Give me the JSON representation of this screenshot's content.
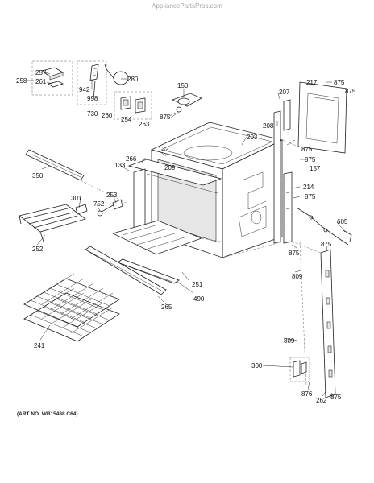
{
  "watermark": "AppliancePartsPros.com",
  "art_number": "(ART NO. WB15488 C64)",
  "part_labels": {
    "p258": "258",
    "p257": "257",
    "p261": "261",
    "p942": "942",
    "p998": "998",
    "p730": "730",
    "p280": "280",
    "p260": "260",
    "p254": "254",
    "p263": "263",
    "p150": "150",
    "p875_a": "875",
    "p217": "217",
    "p875_b": "875",
    "p875_c": "875",
    "p207": "207",
    "p208": "208",
    "p203": "203",
    "p875_d": "875",
    "p875_e": "875",
    "p157": "157",
    "p132": "132",
    "p266": "266",
    "p133": "133",
    "p209": "209",
    "p350": "350",
    "p214": "214",
    "p875_f": "875",
    "p253": "253",
    "p301": "301",
    "p752": "752",
    "p605": "605",
    "p252": "252",
    "p875_g": "875",
    "p875_h": "875",
    "p809_a": "809",
    "p251": "251",
    "p490": "490",
    "p265": "265",
    "p241": "241",
    "p809_b": "809",
    "p300": "300",
    "p876": "876",
    "p262": "262",
    "p875_i": "875"
  }
}
